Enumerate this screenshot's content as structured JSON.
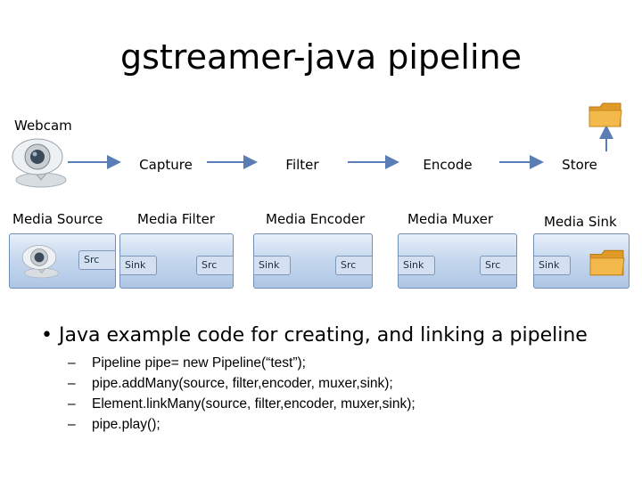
{
  "title": "gstreamer-java pipeline",
  "webcam_label": "Webcam",
  "stages": {
    "capture": "Capture",
    "filter": "Filter",
    "encode": "Encode",
    "store": "Store"
  },
  "elements": [
    {
      "label": "Media Source",
      "pads": [
        "Src"
      ]
    },
    {
      "label": "Media Filter",
      "pads": [
        "Sink",
        "Src"
      ]
    },
    {
      "label": "Media Encoder",
      "pads": [
        "Sink",
        "Src"
      ]
    },
    {
      "label": "Media Muxer",
      "pads": [
        "Sink",
        "Src"
      ]
    },
    {
      "label": "Media Sink",
      "pads": [
        "Sink"
      ]
    }
  ],
  "bullet": {
    "text": "Java example code for creating, and linking a pipeline",
    "marker": "•"
  },
  "code_lines": [
    {
      "dash": "–",
      "text": "Pipeline pipe= new Pipeline(“test”);"
    },
    {
      "dash": "–",
      "text": "pipe.addMany(source, filter,encoder, muxer,sink);"
    },
    {
      "dash": "–",
      "text": "Element.linkMany(source, filter,encoder, muxer,sink);"
    },
    {
      "dash": "–",
      "text": "pipe.play();"
    }
  ],
  "icons": {
    "webcam": "webcam-icon",
    "folder": "folder-icon"
  },
  "colors": {
    "arrow": "#5b7db5",
    "element_fill": "#c7d8ee",
    "element_border": "#6f8fb8",
    "folder": "#f0b13a"
  }
}
